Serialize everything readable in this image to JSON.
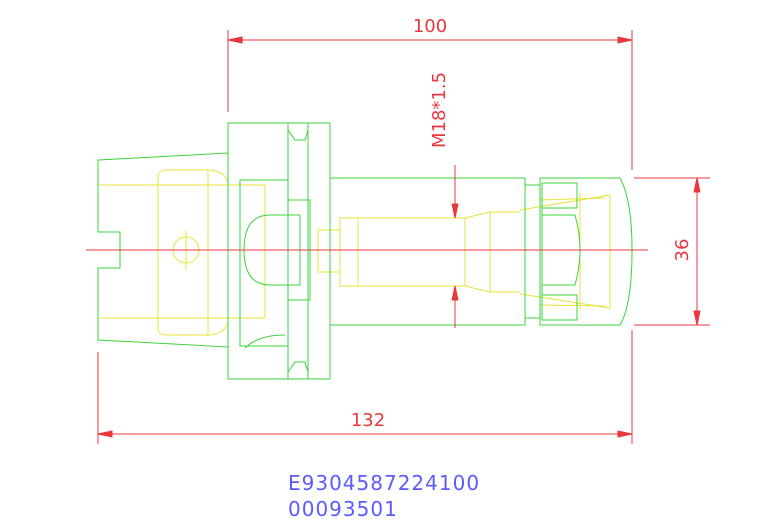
{
  "colors": {
    "dimension": "#e8383d",
    "body": "#3bd33b",
    "inner": "#e8e23a",
    "code": "#5b5bff"
  },
  "dimensions": {
    "top_length": "100",
    "overall_length": "132",
    "thread": "M18*1.5",
    "diameter": "36"
  },
  "part_code": {
    "line1": "E9304587224100",
    "line2": "00093501"
  }
}
